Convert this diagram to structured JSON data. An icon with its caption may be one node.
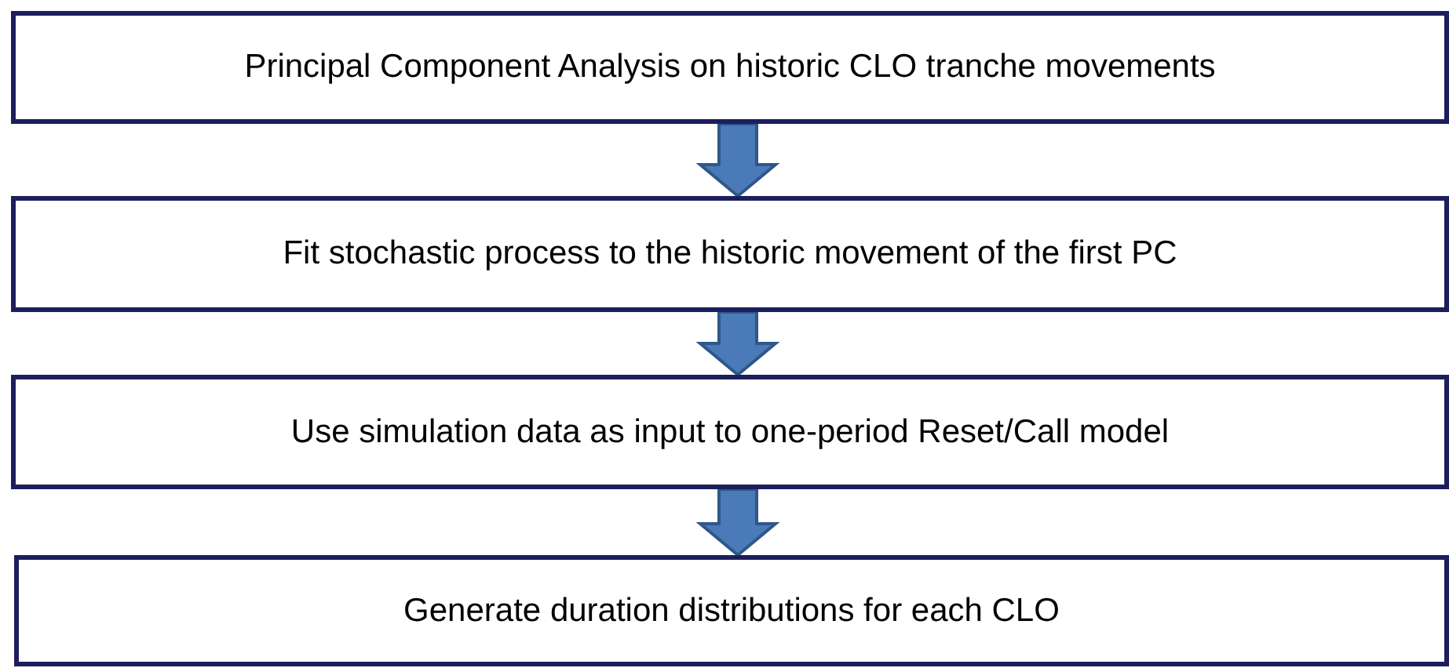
{
  "diagram": {
    "nodes": [
      {
        "text": [
          "Principal Component Analysis on historic CLO tranche movements"
        ]
      },
      {
        "text": [
          "Fit stochastic process to the historic movement of the first PC"
        ]
      },
      {
        "text": [
          "Use simulation data as input to one-period Reset/Call model"
        ]
      },
      {
        "text": [
          "Generate duration distributions for each CLO"
        ]
      }
    ],
    "edges": [
      {
        "from": 0,
        "to": 1,
        "arrow": "to"
      },
      {
        "from": 1,
        "to": 2,
        "arrow": "to"
      },
      {
        "from": 2,
        "to": 3,
        "arrow": "to"
      }
    ]
  }
}
